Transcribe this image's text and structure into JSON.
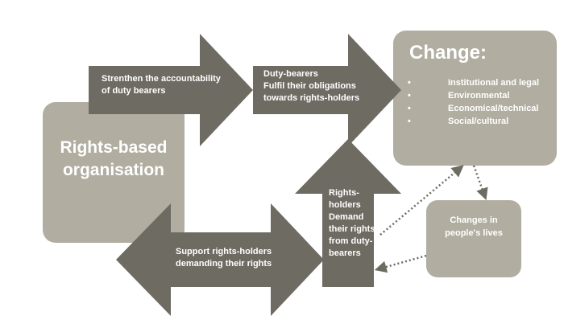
{
  "colors": {
    "arrow_dark": "#6e6b62",
    "box_light": "#b1ada1",
    "text": "#ffffff",
    "dotted_line": "#6e6b62"
  },
  "boxes": {
    "rights_based_org": {
      "line1": "Rights-based",
      "line2": "organisation"
    },
    "change": {
      "title": "Change:",
      "items": [
        "Institutional and legal",
        "Environmental",
        "Economical/technical",
        "Social/cultural"
      ]
    },
    "peoples_lives": {
      "line1": "Changes in",
      "line2": "people's lives"
    }
  },
  "arrows": {
    "accountability": {
      "line1": "Strenthen the accountability",
      "line2": "of duty bearers"
    },
    "duty_bearers": {
      "line1": "Duty-bearers",
      "line2": "Fulfil their obligations",
      "line3": "towards rights-holders"
    },
    "support": {
      "line1": "Support rights-holders",
      "line2": "demanding their rights"
    },
    "rights_holders": {
      "line1": "Rights-",
      "line2": "holders",
      "line3": "Demand",
      "line4": "their rights",
      "line5": "from duty-",
      "line6": "bearers"
    }
  },
  "bullet_glyph": "•"
}
